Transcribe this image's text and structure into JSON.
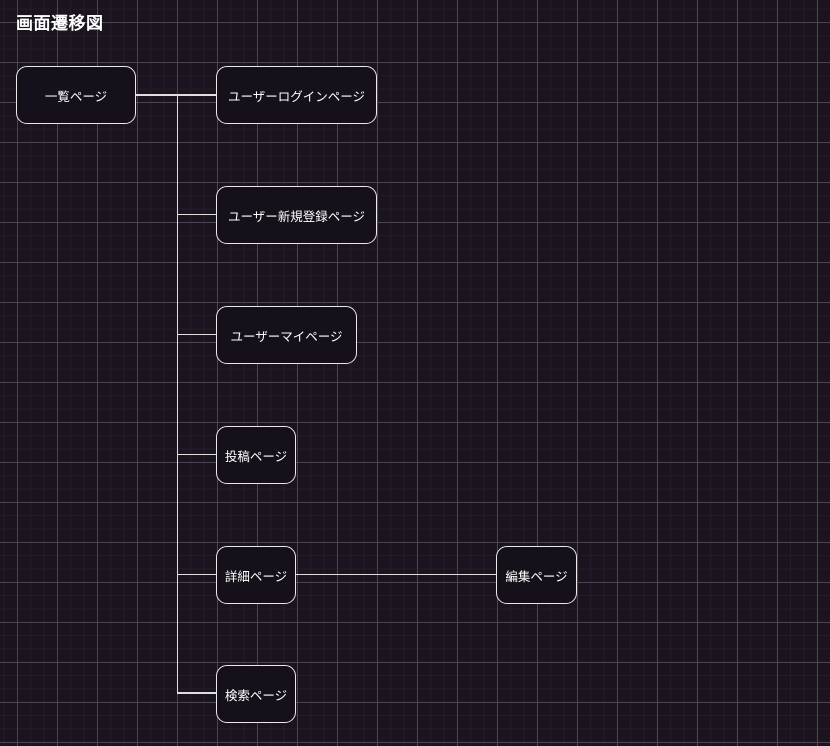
{
  "title": "画面遷移図",
  "colors": {
    "background": "#1b141f",
    "grid_minor": "#241d2a",
    "grid_major": "#4b4452",
    "node_fill": "#151019",
    "node_border": "#e9e9e9",
    "edge_line": "#dedede",
    "text": "#ffffff"
  },
  "nodes": [
    {
      "label": "一覧ページ"
    },
    {
      "label": "ユーザーログインページ"
    },
    {
      "label": "ユーザー新規登録ページ"
    },
    {
      "label": "ユーザーマイページ"
    },
    {
      "label": "投稿ページ"
    },
    {
      "label": "詳細ページ"
    },
    {
      "label": "編集ページ"
    },
    {
      "label": "検索ページ"
    }
  ],
  "edges": [
    {
      "from": "一覧ページ",
      "to": "ユーザーログインページ"
    },
    {
      "from": "一覧ページ",
      "to": "ユーザー新規登録ページ"
    },
    {
      "from": "一覧ページ",
      "to": "ユーザーマイページ"
    },
    {
      "from": "一覧ページ",
      "to": "投稿ページ"
    },
    {
      "from": "一覧ページ",
      "to": "詳細ページ"
    },
    {
      "from": "一覧ページ",
      "to": "検索ページ"
    },
    {
      "from": "詳細ページ",
      "to": "編集ページ"
    }
  ]
}
